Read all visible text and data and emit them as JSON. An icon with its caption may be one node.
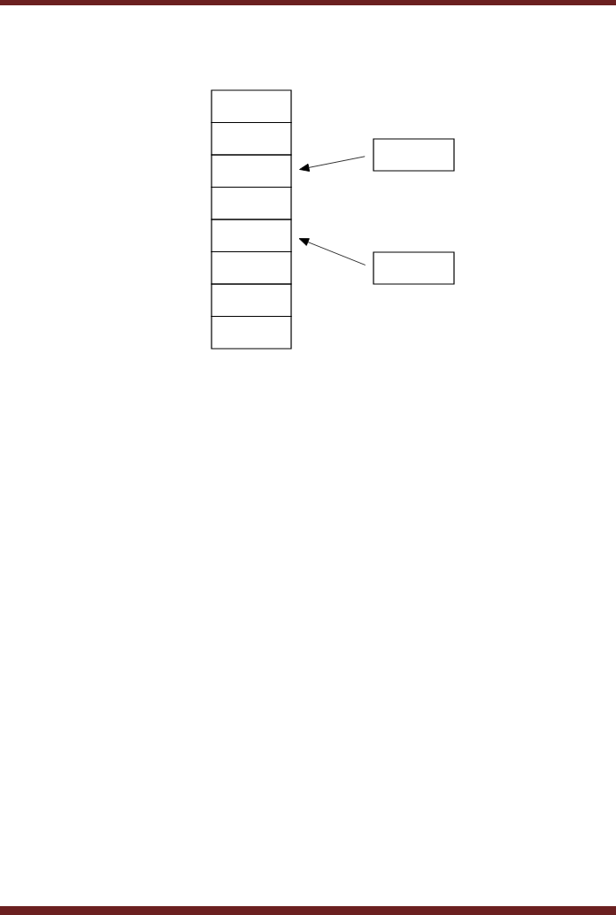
{
  "diagram": {
    "nodes": [
      {
        "text": [],
        "shape": "box"
      },
      {
        "text": [],
        "shape": "box"
      },
      {
        "text": [],
        "shape": "box"
      },
      {
        "text": [],
        "shape": "box"
      },
      {
        "text": [],
        "shape": "box"
      },
      {
        "text": [],
        "shape": "box"
      },
      {
        "text": [],
        "shape": "box"
      },
      {
        "text": [],
        "shape": "box"
      },
      {
        "text": [],
        "shape": "box"
      },
      {
        "text": [],
        "shape": "box"
      }
    ],
    "edges": [
      {
        "from": 8,
        "to": 2,
        "arrow": "to"
      },
      {
        "from": 9,
        "to": 4,
        "arrow": "to"
      }
    ]
  }
}
